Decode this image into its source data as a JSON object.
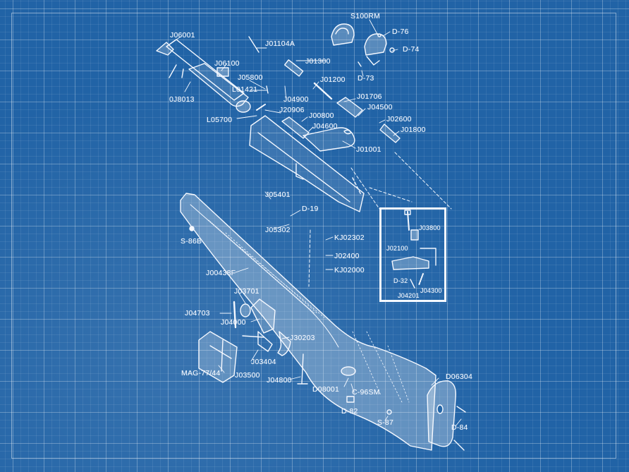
{
  "parts": {
    "S100RM": "S100RM",
    "D76": "D-76",
    "D74": "D-74",
    "D73": "D-73",
    "J06001": "J06001",
    "J01104A": "J01104A",
    "J06100": "J06100",
    "J01300": "J01300",
    "J05800": "J05800",
    "J01200": "J01200",
    "L01421": "L01421",
    "J01706": "J01706",
    "J04900": "J04900",
    "J04500": "J04500",
    "J20906": "J20906",
    "J00800": "J00800",
    "J02600": "J02600",
    "0J8013": "0J8013",
    "L05700": "L05700",
    "J04600": "J04600",
    "J01800": "J01800",
    "J01001": "J01001",
    "J05401": "J05401",
    "D19": "D-19",
    "J05302": "J05302",
    "S86B": "S-86B",
    "KJ02302": "KJ02302",
    "J02400": "J02400",
    "KJ02000": "KJ02000",
    "J00438F": "J00438F",
    "J03701": "J03701",
    "J04703": "J04703",
    "J04000": "J04000",
    "J30203": "J30203",
    "J03404": "J03404",
    "MAG7744": "MAG-77/44",
    "J03500": "J03500",
    "J04800": "J04800",
    "D08001": "D08001",
    "C96SM": "C-96SM",
    "D82": "D-82",
    "S87": "S-87",
    "D06304": "D06304",
    "D84": "D-84"
  },
  "inset": {
    "J03800": "J03800",
    "J02100": "J02100",
    "D32": "D-32",
    "J04300": "J04300",
    "J04201": "J04201"
  },
  "colors": {
    "background": "#2163a6",
    "line": "#f4f8ff"
  }
}
